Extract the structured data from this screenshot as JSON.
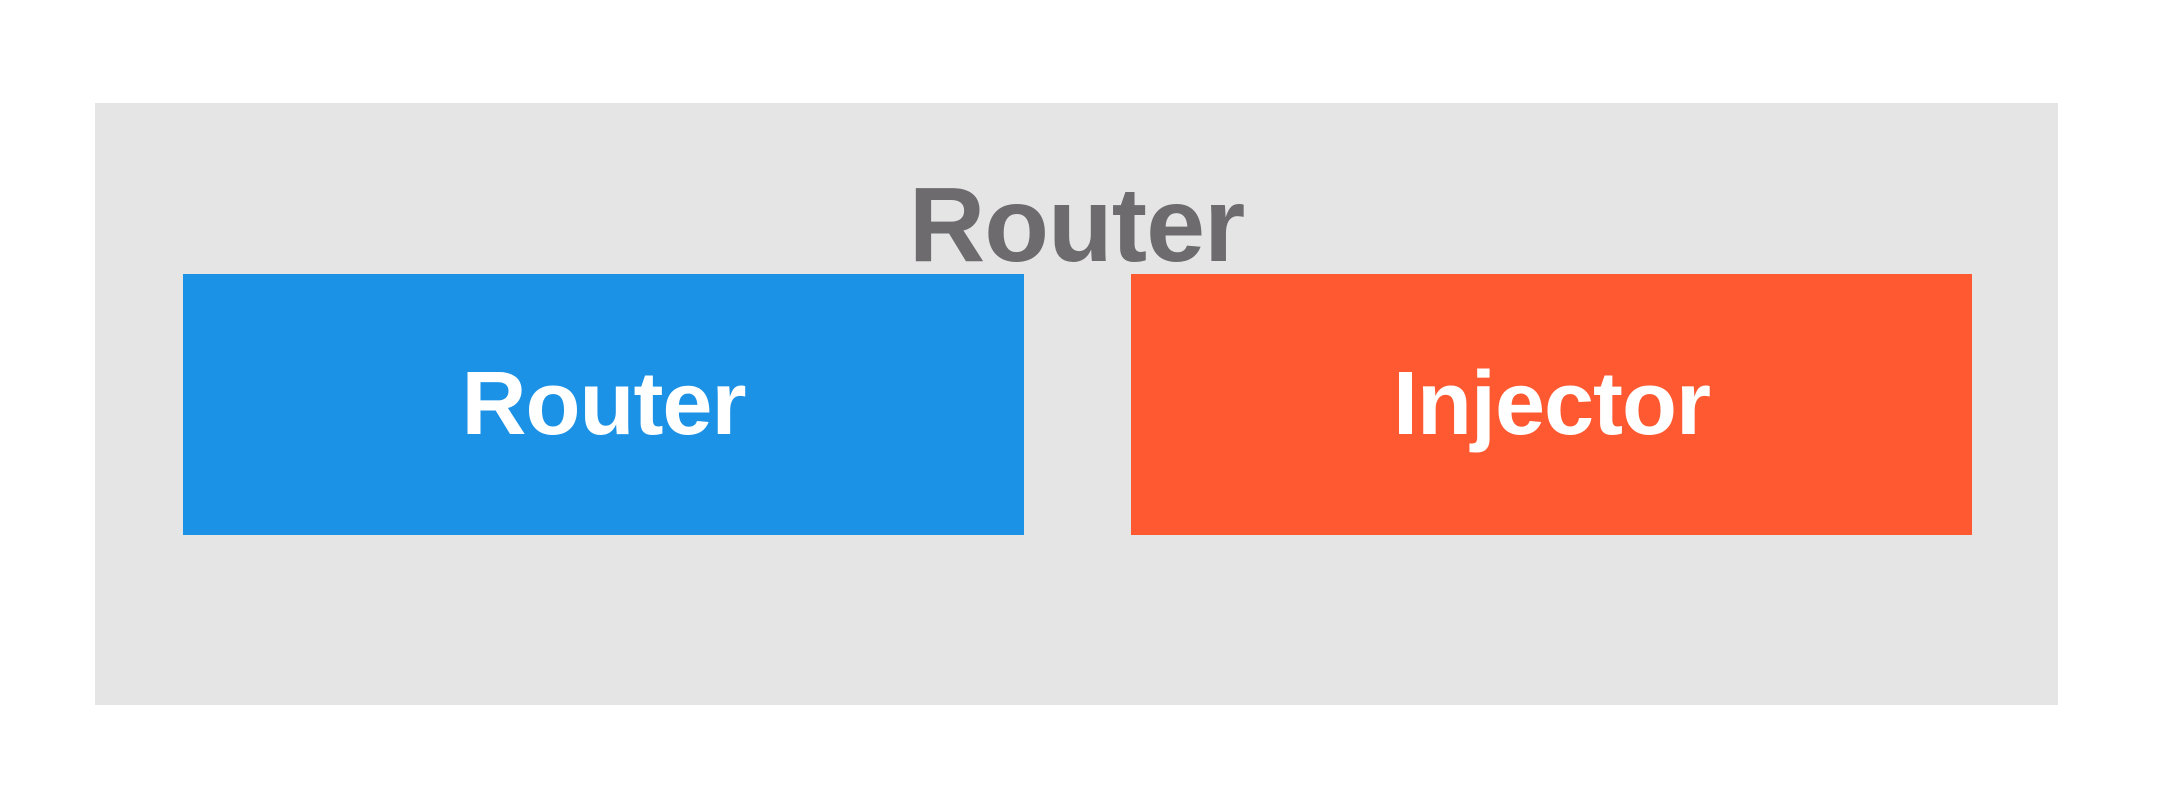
{
  "container": {
    "title": "Router",
    "background_color": "#e5e5e5",
    "title_color": "#6d6b6e"
  },
  "boxes": [
    {
      "label": "Router",
      "color": "#1b92e6"
    },
    {
      "label": "Injector",
      "color": "#ff5931"
    }
  ]
}
